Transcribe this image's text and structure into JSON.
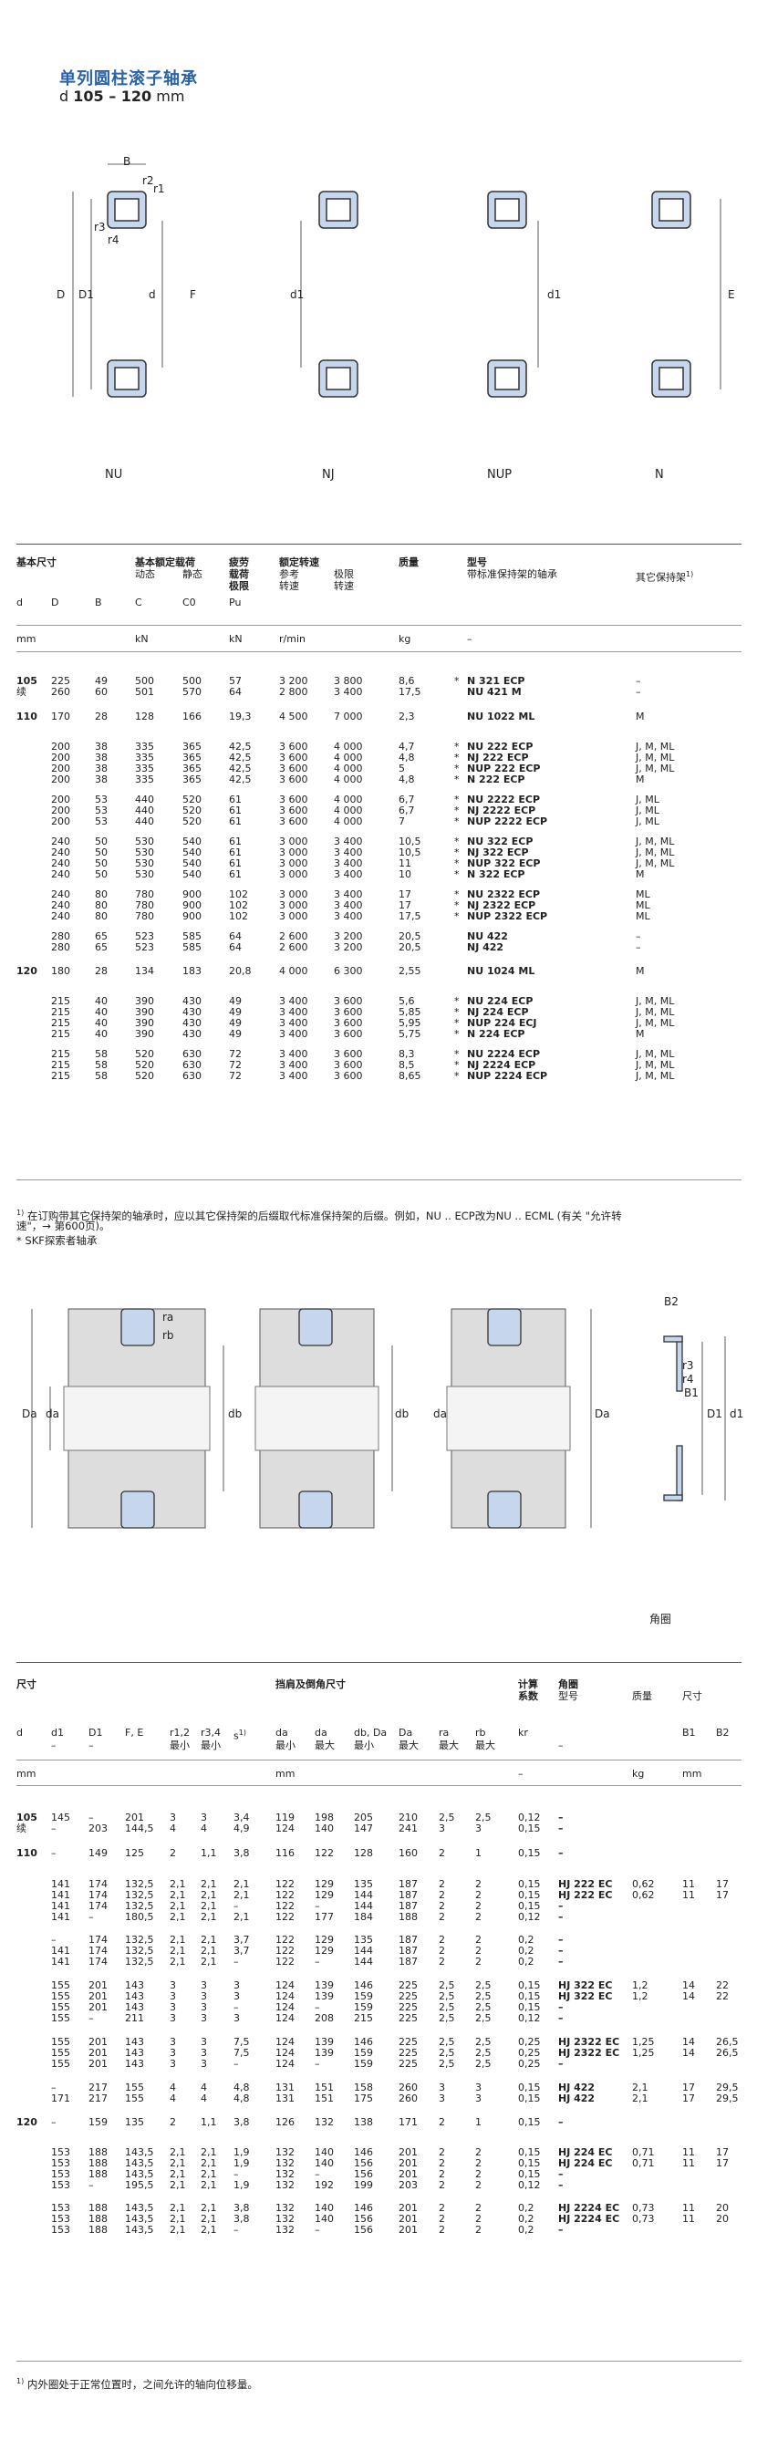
{
  "title": "单列圆柱滚子轴承",
  "subtitle": {
    "prefix": "d",
    "range": "105 – 120",
    "unit": "mm"
  },
  "bearing_types": [
    "NU",
    "NJ",
    "NUP",
    "N"
  ],
  "diagram_labels": {
    "B": "B",
    "r1": "r1",
    "r2": "r2",
    "r3": "r3",
    "r4": "r4",
    "D": "D",
    "D1": "D1",
    "d": "d",
    "F": "F",
    "d1": "d1",
    "E": "E"
  },
  "table1_header": {
    "basic_dims": "基本尺寸",
    "load_ratings": "基本额定载荷",
    "load_dynamic": "动态",
    "load_static": "静态",
    "fatigue": "疲劳载荷极限",
    "fatigue1": "疲劳",
    "fatigue2": "载荷",
    "fatigue3": "极限",
    "speeds": "额定转速",
    "speed_ref1": "参考",
    "speed_ref2": "转速",
    "speed_lim1": "极限",
    "speed_lim2": "转速",
    "mass": "质量",
    "designation": "型号",
    "desig_std": "带标准保持架的轴承",
    "desig_other": "其它保持架",
    "desig_other_sup": "1)",
    "sym_d": "d",
    "sym_D": "D",
    "sym_B": "B",
    "sym_C": "C",
    "sym_C0": "C0",
    "sym_Pu": "Pu",
    "u_mm": "mm",
    "u_kN": "kN",
    "u_kN2": "kN",
    "u_rmin": "r/min",
    "u_kg": "kg",
    "u_dash": "–"
  },
  "table1_rows": [
    {
      "d": "105",
      "D": "225",
      "B": "49",
      "C": "500",
      "C0": "500",
      "Pu": "57",
      "ref": "3 200",
      "lim": "3 800",
      "m": "8,6",
      "star": "*",
      "des": "N 321 ECP",
      "oth": "–"
    },
    {
      "d": "续",
      "D": "260",
      "B": "60",
      "C": "501",
      "C0": "570",
      "Pu": "64",
      "ref": "2 800",
      "lim": "3 400",
      "m": "17,5",
      "star": "",
      "des": "NU 421 M",
      "oth": "–"
    },
    {
      "d": "110",
      "D": "170",
      "B": "28",
      "C": "128",
      "C0": "166",
      "Pu": "19,3",
      "ref": "4 500",
      "lim": "7 000",
      "m": "2,3",
      "star": "",
      "des": "NU 1022 ML",
      "oth": "M"
    },
    {
      "d": "",
      "D": "200",
      "B": "38",
      "C": "335",
      "C0": "365",
      "Pu": "42,5",
      "ref": "3 600",
      "lim": "4 000",
      "m": "4,7",
      "star": "*",
      "des": "NU 222 ECP",
      "oth": "J, M, ML"
    },
    {
      "d": "",
      "D": "200",
      "B": "38",
      "C": "335",
      "C0": "365",
      "Pu": "42,5",
      "ref": "3 600",
      "lim": "4 000",
      "m": "4,8",
      "star": "*",
      "des": "NJ 222 ECP",
      "oth": "J, M, ML"
    },
    {
      "d": "",
      "D": "200",
      "B": "38",
      "C": "335",
      "C0": "365",
      "Pu": "42,5",
      "ref": "3 600",
      "lim": "4 000",
      "m": "5",
      "star": "*",
      "des": "NUP 222 ECP",
      "oth": "J, M, ML"
    },
    {
      "d": "",
      "D": "200",
      "B": "38",
      "C": "335",
      "C0": "365",
      "Pu": "42,5",
      "ref": "3 600",
      "lim": "4 000",
      "m": "4,8",
      "star": "*",
      "des": "N 222 ECP",
      "oth": "M"
    },
    {
      "d": "",
      "D": "200",
      "B": "53",
      "C": "440",
      "C0": "520",
      "Pu": "61",
      "ref": "3 600",
      "lim": "4 000",
      "m": "6,7",
      "star": "*",
      "des": "NU 2222 ECP",
      "oth": "J, ML"
    },
    {
      "d": "",
      "D": "200",
      "B": "53",
      "C": "440",
      "C0": "520",
      "Pu": "61",
      "ref": "3 600",
      "lim": "4 000",
      "m": "6,7",
      "star": "*",
      "des": "NJ 2222 ECP",
      "oth": "J, ML"
    },
    {
      "d": "",
      "D": "200",
      "B": "53",
      "C": "440",
      "C0": "520",
      "Pu": "61",
      "ref": "3 600",
      "lim": "4 000",
      "m": "7",
      "star": "*",
      "des": "NUP 2222 ECP",
      "oth": "J, ML"
    },
    {
      "d": "",
      "D": "240",
      "B": "50",
      "C": "530",
      "C0": "540",
      "Pu": "61",
      "ref": "3 000",
      "lim": "3 400",
      "m": "10,5",
      "star": "*",
      "des": "NU 322 ECP",
      "oth": "J, M, ML"
    },
    {
      "d": "",
      "D": "240",
      "B": "50",
      "C": "530",
      "C0": "540",
      "Pu": "61",
      "ref": "3 000",
      "lim": "3 400",
      "m": "10,5",
      "star": "*",
      "des": "NJ 322 ECP",
      "oth": "J, M, ML"
    },
    {
      "d": "",
      "D": "240",
      "B": "50",
      "C": "530",
      "C0": "540",
      "Pu": "61",
      "ref": "3 000",
      "lim": "3 400",
      "m": "11",
      "star": "*",
      "des": "NUP 322 ECP",
      "oth": "J, M, ML"
    },
    {
      "d": "",
      "D": "240",
      "B": "50",
      "C": "530",
      "C0": "540",
      "Pu": "61",
      "ref": "3 000",
      "lim": "3 400",
      "m": "10",
      "star": "*",
      "des": "N 322 ECP",
      "oth": "M"
    },
    {
      "d": "",
      "D": "240",
      "B": "80",
      "C": "780",
      "C0": "900",
      "Pu": "102",
      "ref": "3 000",
      "lim": "3 400",
      "m": "17",
      "star": "*",
      "des": "NU 2322 ECP",
      "oth": "ML"
    },
    {
      "d": "",
      "D": "240",
      "B": "80",
      "C": "780",
      "C0": "900",
      "Pu": "102",
      "ref": "3 000",
      "lim": "3 400",
      "m": "17",
      "star": "*",
      "des": "NJ 2322 ECP",
      "oth": "ML"
    },
    {
      "d": "",
      "D": "240",
      "B": "80",
      "C": "780",
      "C0": "900",
      "Pu": "102",
      "ref": "3 000",
      "lim": "3 400",
      "m": "17,5",
      "star": "*",
      "des": "NUP 2322 ECP",
      "oth": "ML"
    },
    {
      "d": "",
      "D": "280",
      "B": "65",
      "C": "523",
      "C0": "585",
      "Pu": "64",
      "ref": "2 600",
      "lim": "3 200",
      "m": "20,5",
      "star": "",
      "des": "NU 422",
      "oth": "–"
    },
    {
      "d": "",
      "D": "280",
      "B": "65",
      "C": "523",
      "C0": "585",
      "Pu": "64",
      "ref": "2 600",
      "lim": "3 200",
      "m": "20,5",
      "star": "",
      "des": "NJ 422",
      "oth": "–"
    },
    {
      "d": "120",
      "D": "180",
      "B": "28",
      "C": "134",
      "C0": "183",
      "Pu": "20,8",
      "ref": "4 000",
      "lim": "6 300",
      "m": "2,55",
      "star": "",
      "des": "NU 1024 ML",
      "oth": "M"
    },
    {
      "d": "",
      "D": "215",
      "B": "40",
      "C": "390",
      "C0": "430",
      "Pu": "49",
      "ref": "3 400",
      "lim": "3 600",
      "m": "5,6",
      "star": "*",
      "des": "NU 224 ECP",
      "oth": "J, M, ML"
    },
    {
      "d": "",
      "D": "215",
      "B": "40",
      "C": "390",
      "C0": "430",
      "Pu": "49",
      "ref": "3 400",
      "lim": "3 600",
      "m": "5,85",
      "star": "*",
      "des": "NJ 224 ECP",
      "oth": "J, M, ML"
    },
    {
      "d": "",
      "D": "215",
      "B": "40",
      "C": "390",
      "C0": "430",
      "Pu": "49",
      "ref": "3 400",
      "lim": "3 600",
      "m": "5,95",
      "star": "*",
      "des": "NUP 224 ECJ",
      "oth": "J, M, ML"
    },
    {
      "d": "",
      "D": "215",
      "B": "40",
      "C": "390",
      "C0": "430",
      "Pu": "49",
      "ref": "3 400",
      "lim": "3 600",
      "m": "5,75",
      "star": "*",
      "des": "N 224 ECP",
      "oth": "M"
    },
    {
      "d": "",
      "D": "215",
      "B": "58",
      "C": "520",
      "C0": "630",
      "Pu": "72",
      "ref": "3 400",
      "lim": "3 600",
      "m": "8,3",
      "star": "*",
      "des": "NU 2224 ECP",
      "oth": "J, M, ML"
    },
    {
      "d": "",
      "D": "215",
      "B": "58",
      "C": "520",
      "C0": "630",
      "Pu": "72",
      "ref": "3 400",
      "lim": "3 600",
      "m": "8,5",
      "star": "*",
      "des": "NJ 2224 ECP",
      "oth": "J, M, ML"
    },
    {
      "d": "",
      "D": "215",
      "B": "58",
      "C": "520",
      "C0": "630",
      "Pu": "72",
      "ref": "3 400",
      "lim": "3 600",
      "m": "8,65",
      "star": "*",
      "des": "NUP 2224 ECP",
      "oth": "J, M, ML"
    }
  ],
  "footnote1_line1": "在订购带其它保持架的轴承时，应以其它保持架的后缀取代标准保持架的后缀。例如，NU .. ECP改为NU .. ECML (有关 \"允许转",
  "footnote1_line2": "速\"，→ 第600页)。",
  "footnote1_mark": "1)",
  "footnote1_link": "第600页",
  "footnote2": "* SKF探索者轴承",
  "mount_labels": {
    "ra": "ra",
    "rb": "rb",
    "Da": "Da",
    "da": "da",
    "db": "db",
    "B2": "B2",
    "B1": "B1",
    "r3": "r3",
    "r4": "r4",
    "D1": "D1",
    "d1": "d1",
    "angle_ring": "角圈"
  },
  "table2_header": {
    "dims": "尺寸",
    "abutment": "挡肩及倒角尺寸",
    "calc": "计算",
    "calc2": "系数",
    "angle_ring": "角圈",
    "angle_model": "型号",
    "mass": "质量",
    "size": "尺寸",
    "sym_d": "d",
    "sym_d1": "d1",
    "sym_D1": "D1",
    "sym_FE": "F, E",
    "sym_r12": "r1,2",
    "sym_r34": "r3,4",
    "sym_s": "s",
    "sym_s_sup": "1)",
    "sym_da1": "da",
    "sym_da2": "da",
    "sym_dbDa": "db, Da",
    "sym_Da": "Da",
    "sym_ra": "ra",
    "sym_rb": "rb",
    "sym_kr": "kr",
    "sym_B1": "B1",
    "sym_B2": "B2",
    "min": "最小",
    "max": "最大",
    "u_mm": "mm",
    "u_mm2": "mm",
    "u_dash": "–",
    "u_kg": "kg",
    "u_mm3": "mm"
  },
  "table2_rows": [
    {
      "d": "105",
      "d1": "145",
      "D1": "–",
      "FE": "201",
      "r12": "3",
      "r34": "3",
      "s": "3,4",
      "da1": "119",
      "da2": "198",
      "db": "205",
      "Da": "210",
      "ra": "2,5",
      "rb": "2,5",
      "kr": "0,12",
      "hj": "–",
      "m": "",
      "b1": "",
      "b2": ""
    },
    {
      "d": "续",
      "d1": "–",
      "D1": "203",
      "FE": "144,5",
      "r12": "4",
      "r34": "4",
      "s": "4,9",
      "da1": "124",
      "da2": "140",
      "db": "147",
      "Da": "241",
      "ra": "3",
      "rb": "3",
      "kr": "0,15",
      "hj": "–",
      "m": "",
      "b1": "",
      "b2": ""
    },
    {
      "d": "110",
      "d1": "–",
      "D1": "149",
      "FE": "125",
      "r12": "2",
      "r34": "1,1",
      "s": "3,8",
      "da1": "116",
      "da2": "122",
      "db": "128",
      "Da": "160",
      "ra": "2",
      "rb": "1",
      "kr": "0,15",
      "hj": "–",
      "m": "",
      "b1": "",
      "b2": ""
    },
    {
      "d": "",
      "d1": "141",
      "D1": "174",
      "FE": "132,5",
      "r12": "2,1",
      "r34": "2,1",
      "s": "2,1",
      "da1": "122",
      "da2": "129",
      "db": "135",
      "Da": "187",
      "ra": "2",
      "rb": "2",
      "kr": "0,15",
      "hj": "HJ 222 EC",
      "m": "0,62",
      "b1": "11",
      "b2": "17"
    },
    {
      "d": "",
      "d1": "141",
      "D1": "174",
      "FE": "132,5",
      "r12": "2,1",
      "r34": "2,1",
      "s": "2,1",
      "da1": "122",
      "da2": "129",
      "db": "144",
      "Da": "187",
      "ra": "2",
      "rb": "2",
      "kr": "0,15",
      "hj": "HJ 222 EC",
      "m": "0,62",
      "b1": "11",
      "b2": "17"
    },
    {
      "d": "",
      "d1": "141",
      "D1": "174",
      "FE": "132,5",
      "r12": "2,1",
      "r34": "2,1",
      "s": "–",
      "da1": "122",
      "da2": "–",
      "db": "144",
      "Da": "187",
      "ra": "2",
      "rb": "2",
      "kr": "0,15",
      "hj": "–",
      "m": "",
      "b1": "",
      "b2": ""
    },
    {
      "d": "",
      "d1": "141",
      "D1": "–",
      "FE": "180,5",
      "r12": "2,1",
      "r34": "2,1",
      "s": "2,1",
      "da1": "122",
      "da2": "177",
      "db": "184",
      "Da": "188",
      "ra": "2",
      "rb": "2",
      "kr": "0,12",
      "hj": "–",
      "m": "",
      "b1": "",
      "b2": ""
    },
    {
      "d": "",
      "d1": "–",
      "D1": "174",
      "FE": "132,5",
      "r12": "2,1",
      "r34": "2,1",
      "s": "3,7",
      "da1": "122",
      "da2": "129",
      "db": "135",
      "Da": "187",
      "ra": "2",
      "rb": "2",
      "kr": "0,2",
      "hj": "–",
      "m": "",
      "b1": "",
      "b2": ""
    },
    {
      "d": "",
      "d1": "141",
      "D1": "174",
      "FE": "132,5",
      "r12": "2,1",
      "r34": "2,1",
      "s": "3,7",
      "da1": "122",
      "da2": "129",
      "db": "144",
      "Da": "187",
      "ra": "2",
      "rb": "2",
      "kr": "0,2",
      "hj": "–",
      "m": "",
      "b1": "",
      "b2": ""
    },
    {
      "d": "",
      "d1": "141",
      "D1": "174",
      "FE": "132,5",
      "r12": "2,1",
      "r34": "2,1",
      "s": "–",
      "da1": "122",
      "da2": "–",
      "db": "144",
      "Da": "187",
      "ra": "2",
      "rb": "2",
      "kr": "0,2",
      "hj": "–",
      "m": "",
      "b1": "",
      "b2": ""
    },
    {
      "d": "",
      "d1": "155",
      "D1": "201",
      "FE": "143",
      "r12": "3",
      "r34": "3",
      "s": "3",
      "da1": "124",
      "da2": "139",
      "db": "146",
      "Da": "225",
      "ra": "2,5",
      "rb": "2,5",
      "kr": "0,15",
      "hj": "HJ 322 EC",
      "m": "1,2",
      "b1": "14",
      "b2": "22"
    },
    {
      "d": "",
      "d1": "155",
      "D1": "201",
      "FE": "143",
      "r12": "3",
      "r34": "3",
      "s": "3",
      "da1": "124",
      "da2": "139",
      "db": "159",
      "Da": "225",
      "ra": "2,5",
      "rb": "2,5",
      "kr": "0,15",
      "hj": "HJ 322 EC",
      "m": "1,2",
      "b1": "14",
      "b2": "22"
    },
    {
      "d": "",
      "d1": "155",
      "D1": "201",
      "FE": "143",
      "r12": "3",
      "r34": "3",
      "s": "–",
      "da1": "124",
      "da2": "–",
      "db": "159",
      "Da": "225",
      "ra": "2,5",
      "rb": "2,5",
      "kr": "0,15",
      "hj": "–",
      "m": "",
      "b1": "",
      "b2": ""
    },
    {
      "d": "",
      "d1": "155",
      "D1": "–",
      "FE": "211",
      "r12": "3",
      "r34": "3",
      "s": "3",
      "da1": "124",
      "da2": "208",
      "db": "215",
      "Da": "225",
      "ra": "2,5",
      "rb": "2,5",
      "kr": "0,12",
      "hj": "–",
      "m": "",
      "b1": "",
      "b2": ""
    },
    {
      "d": "",
      "d1": "155",
      "D1": "201",
      "FE": "143",
      "r12": "3",
      "r34": "3",
      "s": "7,5",
      "da1": "124",
      "da2": "139",
      "db": "146",
      "Da": "225",
      "ra": "2,5",
      "rb": "2,5",
      "kr": "0,25",
      "hj": "HJ 2322 EC",
      "m": "1,25",
      "b1": "14",
      "b2": "26,5"
    },
    {
      "d": "",
      "d1": "155",
      "D1": "201",
      "FE": "143",
      "r12": "3",
      "r34": "3",
      "s": "7,5",
      "da1": "124",
      "da2": "139",
      "db": "159",
      "Da": "225",
      "ra": "2,5",
      "rb": "2,5",
      "kr": "0,25",
      "hj": "HJ 2322 EC",
      "m": "1,25",
      "b1": "14",
      "b2": "26,5"
    },
    {
      "d": "",
      "d1": "155",
      "D1": "201",
      "FE": "143",
      "r12": "3",
      "r34": "3",
      "s": "–",
      "da1": "124",
      "da2": "–",
      "db": "159",
      "Da": "225",
      "ra": "2,5",
      "rb": "2,5",
      "kr": "0,25",
      "hj": "–",
      "m": "",
      "b1": "",
      "b2": ""
    },
    {
      "d": "",
      "d1": "–",
      "D1": "217",
      "FE": "155",
      "r12": "4",
      "r34": "4",
      "s": "4,8",
      "da1": "131",
      "da2": "151",
      "db": "158",
      "Da": "260",
      "ra": "3",
      "rb": "3",
      "kr": "0,15",
      "hj": "HJ 422",
      "m": "2,1",
      "b1": "17",
      "b2": "29,5"
    },
    {
      "d": "",
      "d1": "171",
      "D1": "217",
      "FE": "155",
      "r12": "4",
      "r34": "4",
      "s": "4,8",
      "da1": "131",
      "da2": "151",
      "db": "175",
      "Da": "260",
      "ra": "3",
      "rb": "3",
      "kr": "0,15",
      "hj": "HJ 422",
      "m": "2,1",
      "b1": "17",
      "b2": "29,5"
    },
    {
      "d": "120",
      "d1": "–",
      "D1": "159",
      "FE": "135",
      "r12": "2",
      "r34": "1,1",
      "s": "3,8",
      "da1": "126",
      "da2": "132",
      "db": "138",
      "Da": "171",
      "ra": "2",
      "rb": "1",
      "kr": "0,15",
      "hj": "–",
      "m": "",
      "b1": "",
      "b2": ""
    },
    {
      "d": "",
      "d1": "153",
      "D1": "188",
      "FE": "143,5",
      "r12": "2,1",
      "r34": "2,1",
      "s": "1,9",
      "da1": "132",
      "da2": "140",
      "db": "146",
      "Da": "201",
      "ra": "2",
      "rb": "2",
      "kr": "0,15",
      "hj": "HJ 224 EC",
      "m": "0,71",
      "b1": "11",
      "b2": "17"
    },
    {
      "d": "",
      "d1": "153",
      "D1": "188",
      "FE": "143,5",
      "r12": "2,1",
      "r34": "2,1",
      "s": "1,9",
      "da1": "132",
      "da2": "140",
      "db": "156",
      "Da": "201",
      "ra": "2",
      "rb": "2",
      "kr": "0,15",
      "hj": "HJ 224 EC",
      "m": "0,71",
      "b1": "11",
      "b2": "17"
    },
    {
      "d": "",
      "d1": "153",
      "D1": "188",
      "FE": "143,5",
      "r12": "2,1",
      "r34": "2,1",
      "s": "–",
      "da1": "132",
      "da2": "–",
      "db": "156",
      "Da": "201",
      "ra": "2",
      "rb": "2",
      "kr": "0,15",
      "hj": "–",
      "m": "",
      "b1": "",
      "b2": ""
    },
    {
      "d": "",
      "d1": "153",
      "D1": "–",
      "FE": "195,5",
      "r12": "2,1",
      "r34": "2,1",
      "s": "1,9",
      "da1": "132",
      "da2": "192",
      "db": "199",
      "Da": "203",
      "ra": "2",
      "rb": "2",
      "kr": "0,12",
      "hj": "–",
      "m": "",
      "b1": "",
      "b2": ""
    },
    {
      "d": "",
      "d1": "153",
      "D1": "188",
      "FE": "143,5",
      "r12": "2,1",
      "r34": "2,1",
      "s": "3,8",
      "da1": "132",
      "da2": "140",
      "db": "146",
      "Da": "201",
      "ra": "2",
      "rb": "2",
      "kr": "0,2",
      "hj": "HJ 2224 EC",
      "m": "0,73",
      "b1": "11",
      "b2": "20"
    },
    {
      "d": "",
      "d1": "153",
      "D1": "188",
      "FE": "143,5",
      "r12": "2,1",
      "r34": "2,1",
      "s": "3,8",
      "da1": "132",
      "da2": "140",
      "db": "156",
      "Da": "201",
      "ra": "2",
      "rb": "2",
      "kr": "0,2",
      "hj": "HJ 2224 EC",
      "m": "0,73",
      "b1": "11",
      "b2": "20"
    },
    {
      "d": "",
      "d1": "153",
      "D1": "188",
      "FE": "143,5",
      "r12": "2,1",
      "r34": "2,1",
      "s": "–",
      "da1": "132",
      "da2": "–",
      "db": "156",
      "Da": "201",
      "ra": "2",
      "rb": "2",
      "kr": "0,2",
      "hj": "–",
      "m": "",
      "b1": "",
      "b2": ""
    }
  ],
  "footnote3_mark": "1)",
  "footnote3": "内外圈处于正常位置时，之间允许的轴向位移量。"
}
